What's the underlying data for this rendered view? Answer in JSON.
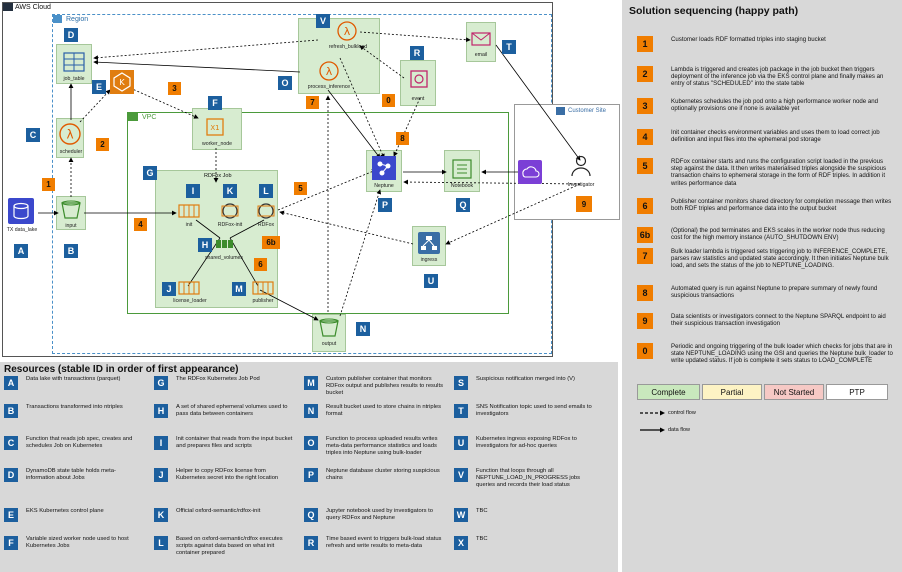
{
  "diagram": {
    "aws_cloud": "AWS Cloud",
    "region": "Region",
    "vpc": "VPC",
    "customer_site": "Customer Site",
    "rdfox_job": "RDFox Job",
    "nodes": {
      "tx_data_lake": "TX data_lake",
      "input": "input",
      "scheduler": "scheduler",
      "job_table": "job_table",
      "worker_node": "worker_node",
      "init": "init",
      "rdfox_init": "RDFox-init",
      "rdfox": "RDFox",
      "shared_volumes": "shared_volumes",
      "license_loader": "license_loader",
      "publisher": "publisher",
      "output": "output",
      "refresh_bulkload": "refresh_bulkload",
      "process_inference": "process_inference",
      "event": "event",
      "email": "email",
      "neptune": "Neptune",
      "notebook": "Notebook",
      "ingress": "ingress",
      "investigator": "Investigator"
    },
    "badges": {
      "A": "A",
      "B": "B",
      "C": "C",
      "D": "D",
      "E": "E",
      "F": "F",
      "G": "G",
      "H": "H",
      "I": "I",
      "J": "J",
      "K": "K",
      "L": "L",
      "M": "M",
      "N": "N",
      "O": "O",
      "P": "P",
      "Q": "Q",
      "R": "R",
      "T": "T",
      "U": "U",
      "V": "V"
    },
    "steps": {
      "s1": "1",
      "s2": "2",
      "s3": "3",
      "s4": "4",
      "s5": "5",
      "s6": "6",
      "s6b": "6b",
      "s7": "7",
      "s8": "8",
      "s9": "9",
      "s0": "0"
    }
  },
  "resources": {
    "heading": "Resources (stable ID in order of first appearance)",
    "items": [
      {
        "id": "A",
        "text": "Data lake with transactions (parquet)"
      },
      {
        "id": "B",
        "text": "Transactions transformed into ntriples"
      },
      {
        "id": "C",
        "text": "Function that reads job spec, creates and schedules Job on Kubernetes"
      },
      {
        "id": "D",
        "text": "DynamoDB state table holds meta-information about Jobs"
      },
      {
        "id": "E",
        "text": "EKS Kubernetes control plane"
      },
      {
        "id": "F",
        "text": "Variable sized worker node used to host Kubernetes Jobs"
      },
      {
        "id": "G",
        "text": "The RDFox Kubernetes Job Pod"
      },
      {
        "id": "H",
        "text": "A set of shared ephemeral volumes used to pass data between containers"
      },
      {
        "id": "I",
        "text": "Init container that reads from the input bucket and prepares files and scripts"
      },
      {
        "id": "J",
        "text": "Helper to copy RDFox license from Kubernetes secret into the right location"
      },
      {
        "id": "K",
        "text": "Official oxford-semantic/rdfox-init"
      },
      {
        "id": "L",
        "text": "Based on oxford-semantic/rdfox executes scripts against data based on what init container prepared"
      },
      {
        "id": "M",
        "text": "Custom publisher container that monitors RDFox output and publishes results to results bucket"
      },
      {
        "id": "N",
        "text": "Result bucket used to store chains in ntriples format"
      },
      {
        "id": "O",
        "text": "Function to process uploaded results writes meta-data performance statistics and loads triples into Neptune using bulk-loader"
      },
      {
        "id": "P",
        "text": "Neptune database cluster storing suspicious chains"
      },
      {
        "id": "Q",
        "text": "Jupyter notebook used by investigators to query RDFox and Neptune"
      },
      {
        "id": "R",
        "text": "Time based event to triggers bulk-load status refresh and write results to meta-data"
      },
      {
        "id": "S",
        "text": "Suspicious notification merged into (V)"
      },
      {
        "id": "T",
        "text": "SNS Notification topic used to send emails to investigators"
      },
      {
        "id": "U",
        "text": "Kubernetes ingress exposing RDFox to investigators for ad-hoc queries"
      },
      {
        "id": "V",
        "text": "Function that loops through all NEPTUNE_LOAD_IN_PROGRESS jobs queries and records their load status"
      },
      {
        "id": "W",
        "text": "TBC"
      },
      {
        "id": "X",
        "text": "TBC"
      }
    ]
  },
  "sequencing": {
    "heading": "Solution sequencing (happy path)",
    "steps": [
      {
        "id": "1",
        "text": "Customer loads RDF formatted triples into staging bucket"
      },
      {
        "id": "2",
        "text": "Lambda is triggered and creates job package in the job bucket then triggers deployment of the inference job via the EKS control plane and finally makes an entry of status \"SCHEDULED\" into the state table"
      },
      {
        "id": "3",
        "text": "Kubernetes schedules the job pod onto a high performance worker node and optionally provisions one if none is available yet"
      },
      {
        "id": "4",
        "text": "Init container checks environment variables and uses them to load correct job definition and input files into the ephemeral pod storage"
      },
      {
        "id": "5",
        "text": "RDFox container starts and runs the configuration script loaded in the previous step against the data. It then writes materialised triples alongside the suspicious transaction chains to ephemeral storage in the form of RDF triples. In addition it writes performance data"
      },
      {
        "id": "6",
        "text": "Publisher container monitors shared directory for completion message then writes both RDF triples and performance data into the output bucket"
      },
      {
        "id": "6b",
        "text": "(Optional) the pod terminates and EKS scales in the worker node thus reducing cost for the high memory instance (AUTO_SHUTDOWN ENV)"
      },
      {
        "id": "7",
        "text": "Bulk loader lambda is triggered sets triggering job to INFERENCE_COMPLETE, parses raw statistics and updated state accordingly. It then initiates Neptune bulk load, and sets the status of the job to NEPTUNE_LOADING."
      },
      {
        "id": "8",
        "text": "Automated query is run against Neptune to prepare summary of newly found suspicious transactions"
      },
      {
        "id": "9",
        "text": "Data scientists or investigators connect to the Neptune SPARQL endpoint to aid their suspicious transaction investigation"
      },
      {
        "id": "0",
        "text": "Periodic and ongoing triggering of the bulk loader which checks for jobs that are in state NEPTUNE_LOADING using the GSI and queries the Neptune bulk_loader to write updated status. If job is complete it sets status to LOAD_COMPLETE"
      }
    ],
    "legend": {
      "complete": "Complete",
      "partial": "Partial",
      "not_started": "Not Started",
      "ptp": "PTP",
      "control_flow": "control flow",
      "data_flow": "data flow"
    },
    "colors": {
      "complete": "#c9e8bd",
      "partial": "#fdf3c4",
      "not_started": "#f6c9c5",
      "ptp": "#ffffff",
      "step_badge": "#f07d00",
      "resource_badge": "#1c5f9e"
    }
  }
}
